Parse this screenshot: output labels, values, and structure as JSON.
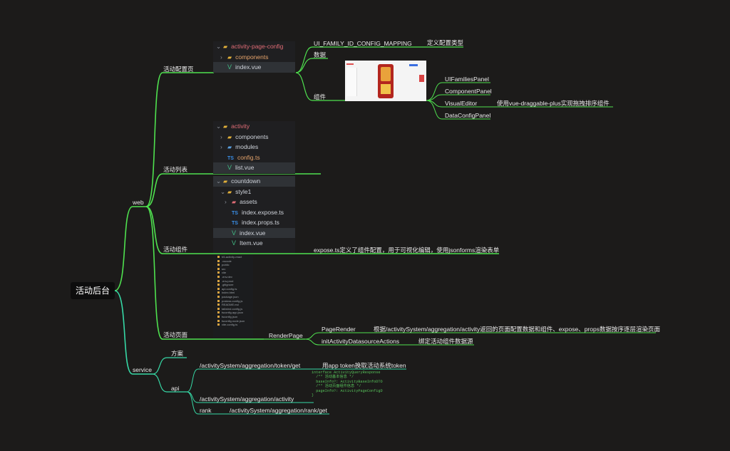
{
  "root": "活动后台",
  "branches": {
    "web": "web",
    "service": "service"
  },
  "web": {
    "config_page": "活动配置页",
    "list": "活动列表",
    "components": "活动组件",
    "page": "活动页面"
  },
  "config_page": {
    "mapping": "UI_FAMILY_ID_CONFIG_MAPPING",
    "mapping_note": "定义配置类型",
    "data": "数据",
    "component": "组件",
    "panels": [
      "UIFamiliesPanel",
      "ComponentPanel",
      "VisualEditor",
      "DataConfigPanel"
    ],
    "visual_editor_note": "使用vue-draggable-plus实现拖拽排序组件"
  },
  "components_note": "expose.ts定义了组件配置，用于可视化编辑，使用jsonforms渲染表单",
  "page": {
    "render": "RenderPage",
    "page_render": "PageRender",
    "page_render_note": "根据/activitySystem/aggregation/activity返回的页面配置数据和组件、expose、props数据按序逐层渲染页面",
    "datasource": "initActivityDatasourceActions",
    "datasource_note": "绑定活动组件数据源"
  },
  "service": {
    "plan": "方案",
    "api": "api",
    "token_get": "/activitySystem/aggregation/token/get",
    "token_note": "用app token换取活动系统token",
    "activity": "/activitySystem/aggregation/activity",
    "rank": "rank",
    "rank_get": "/activitySystem/aggregation/rank/get"
  },
  "code_snippet": "interface ActivityQueryResponse {\n  /** 活动基本信息 */\n  baseInfo?: ActivityBaseInfoDTO;\n  /** 活动页面组件信息 */\n  pageInfo?: ActivityPageConfigDTO;\n}",
  "tree1": {
    "folder": "activity-page-config",
    "items": [
      "components",
      "index.vue"
    ]
  },
  "tree2": {
    "folder": "activity",
    "items": [
      "components",
      "modules",
      "config.ts",
      "list.vue"
    ]
  },
  "tree3": {
    "folder": "countdown",
    "sub": "style1",
    "items": [
      "assets",
      "index.expose.ts",
      "index.props.ts",
      "index.vue",
      "Item.vue"
    ]
  },
  "mini_tree": [
    "h5-activity-react",
    ".vscode",
    "public",
    "src",
    "vite",
    ".env.dev",
    ".env.prod",
    ".gitignore",
    "api.config.ts",
    "index.html",
    "package.json",
    "postcss.config.js",
    "README.md",
    "tailwind.config.js",
    "tsconfig.app.json",
    "tsconfig.json",
    "tsconfig.node.json",
    "vite.config.ts"
  ],
  "colors": {
    "web_line": "#4fe24f",
    "service_line": "#36d9a6",
    "background": "#1c1b1a",
    "root_bg": "#0d0d0d"
  }
}
